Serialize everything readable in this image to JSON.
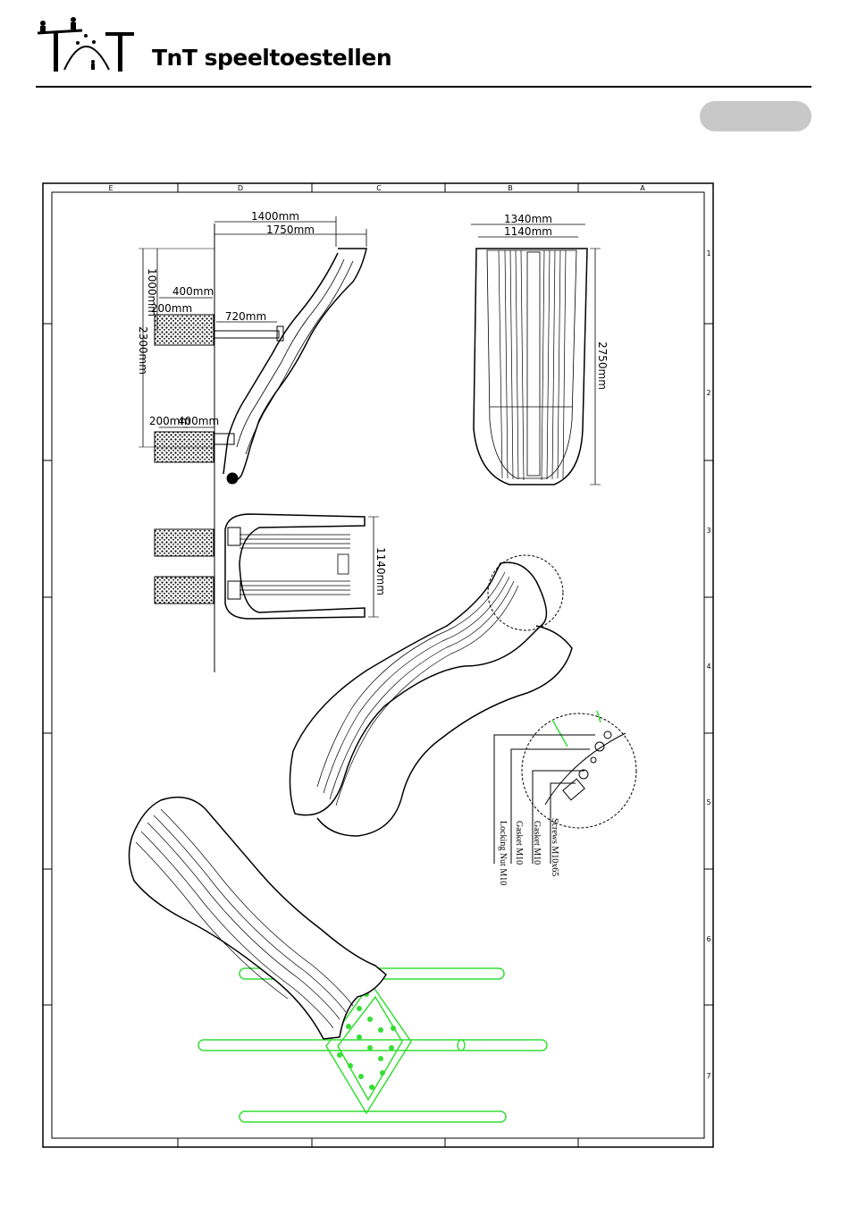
{
  "header": {
    "brand": "TnT speeltoestellen"
  },
  "drawing": {
    "grid_columns": [
      "E",
      "D",
      "C",
      "B",
      "A"
    ],
    "grid_rows": [
      "1",
      "2",
      "3",
      "4",
      "5",
      "6",
      "7"
    ],
    "side_view_dims": {
      "total_length": "1400mm",
      "span_length": "1750mm",
      "top_height": "1000mm",
      "total_height": "2300mm",
      "offset_top": "400mm",
      "post_top": "200mm",
      "support_length": "720mm",
      "post_bottom": "200mm",
      "offset_bottom": "400mm"
    },
    "front_view_dims": {
      "outer_width": "1340mm",
      "inner_width": "1140mm",
      "length": "2750mm"
    },
    "top_view_dims": {
      "width": "1140mm"
    },
    "hardware_legend": [
      "Screws M10x65",
      "Gasket M10",
      "Gasket M10",
      "Locking Nut M10"
    ],
    "colors": {
      "line": "#000000",
      "frame": "#33dd33",
      "pill": "#c8c8c8"
    }
  }
}
